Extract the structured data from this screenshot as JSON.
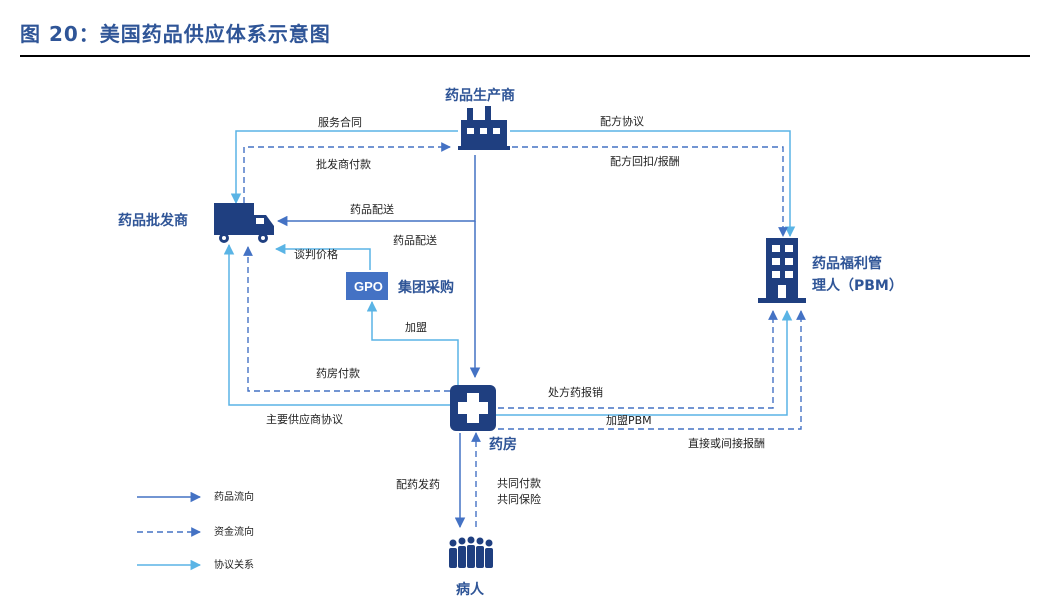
{
  "title": "图 20：美国药品供应体系示意图",
  "nodes": {
    "manufacturer": "药品生产商",
    "wholesaler": "药品批发商",
    "pbm_line1": "药品福利管",
    "pbm_line2": "理人（PBM）",
    "gpo_badge": "GPO",
    "gpo_label": "集团采购",
    "pharmacy": "药房",
    "patient": "病人"
  },
  "edges": {
    "service_contract": "服务合同",
    "wholesaler_payment": "批发商付款",
    "formulary_agreement": "配方协议",
    "formulary_rebate": "配方回扣/报酬",
    "delivery_to_wholesaler": "药品配送",
    "delivery_to_pharmacy": "药品配送",
    "negotiate_price": "谈判价格",
    "join_gpo": "加盟",
    "pharmacy_payment": "药房付款",
    "main_supplier_agreement": "主要供应商协议",
    "rx_reimbursement": "处方药报销",
    "join_pbm": "加盟PBM",
    "direct_indirect_fee": "直接或间接报酬",
    "dispense": "配药发药",
    "copay": "共同付款",
    "co_insurance": "共同保险"
  },
  "legend": [
    {
      "label": "药品流向",
      "style": "solid",
      "color": "#4472c4"
    },
    {
      "label": "资金流向",
      "style": "dashed",
      "color": "#4472c4"
    },
    {
      "label": "协议关系",
      "style": "solid",
      "color": "#5ab4e5"
    }
  ],
  "colors": {
    "title": "#2f5597",
    "icon": "#1f3f80",
    "drug_flow": "#4472c4",
    "money_flow": "#4472c4",
    "agreement": "#5ab4e5",
    "gpo_fill": "#4472c4"
  }
}
